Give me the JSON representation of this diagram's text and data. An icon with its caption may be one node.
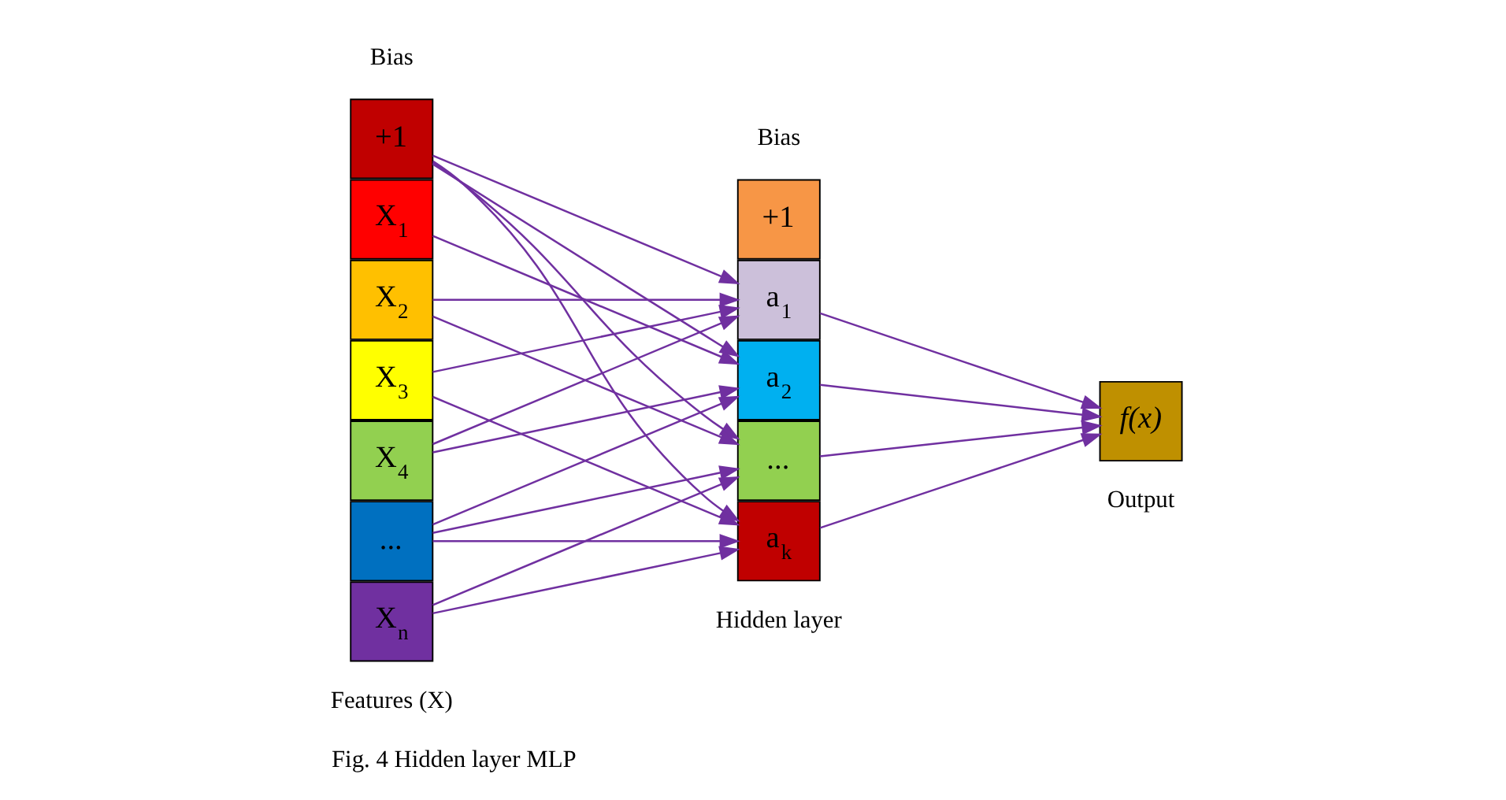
{
  "diagram": {
    "caption": "Fig. 4 Hidden layer MLP",
    "nodes": [
      {
        "text": [
          "+1"
        ],
        "beside": [
          "Bias"
        ]
      },
      {
        "text": [
          "X$_{1}$"
        ]
      },
      {
        "text": [
          "X$_{2}$"
        ]
      },
      {
        "text": [
          "X$_{3}$"
        ]
      },
      {
        "text": [
          "X$_{4}$"
        ]
      },
      {
        "text": [
          "..."
        ]
      },
      {
        "text": [
          "X$_{n}$"
        ]
      },
      {
        "text": [
          "+1"
        ],
        "beside": [
          "Bias"
        ]
      },
      {
        "text": [
          "a$_{1}$"
        ]
      },
      {
        "text": [
          "a$_{2}$"
        ]
      },
      {
        "text": [
          "..."
        ]
      },
      {
        "text": [
          "a$_{k}$"
        ]
      },
      {
        "text": [
          "f(x)"
        ],
        "beside": [
          "Output"
        ]
      }
    ],
    "edges": [
      {
        "from": 0,
        "to": 8,
        "arrow": "to"
      },
      {
        "from": 0,
        "to": 9,
        "arrow": "to"
      },
      {
        "from": 0,
        "to": 10,
        "arrow": "to"
      },
      {
        "from": 0,
        "to": 11,
        "arrow": "to"
      },
      {
        "from": 1,
        "to": 9,
        "arrow": "to"
      },
      {
        "from": 2,
        "to": 8,
        "arrow": "to"
      },
      {
        "from": 2,
        "to": 10,
        "arrow": "to"
      },
      {
        "from": 3,
        "to": 8,
        "arrow": "to"
      },
      {
        "from": 3,
        "to": 11,
        "arrow": "to"
      },
      {
        "from": 4,
        "to": 8,
        "arrow": "to"
      },
      {
        "from": 4,
        "to": 9,
        "arrow": "to"
      },
      {
        "from": 5,
        "to": 9,
        "arrow": "to"
      },
      {
        "from": 5,
        "to": 10,
        "arrow": "to"
      },
      {
        "from": 5,
        "to": 11,
        "arrow": "to"
      },
      {
        "from": 6,
        "to": 10,
        "arrow": "to"
      },
      {
        "from": 6,
        "to": 11,
        "arrow": "to"
      },
      {
        "from": 8,
        "to": 12,
        "arrow": "to"
      },
      {
        "from": 9,
        "to": 12,
        "arrow": "to"
      },
      {
        "from": 10,
        "to": 12,
        "arrow": "to"
      },
      {
        "from": 11,
        "to": 12,
        "arrow": "to"
      }
    ],
    "labels": [
      "Features (X)",
      "Hidden layer"
    ]
  }
}
